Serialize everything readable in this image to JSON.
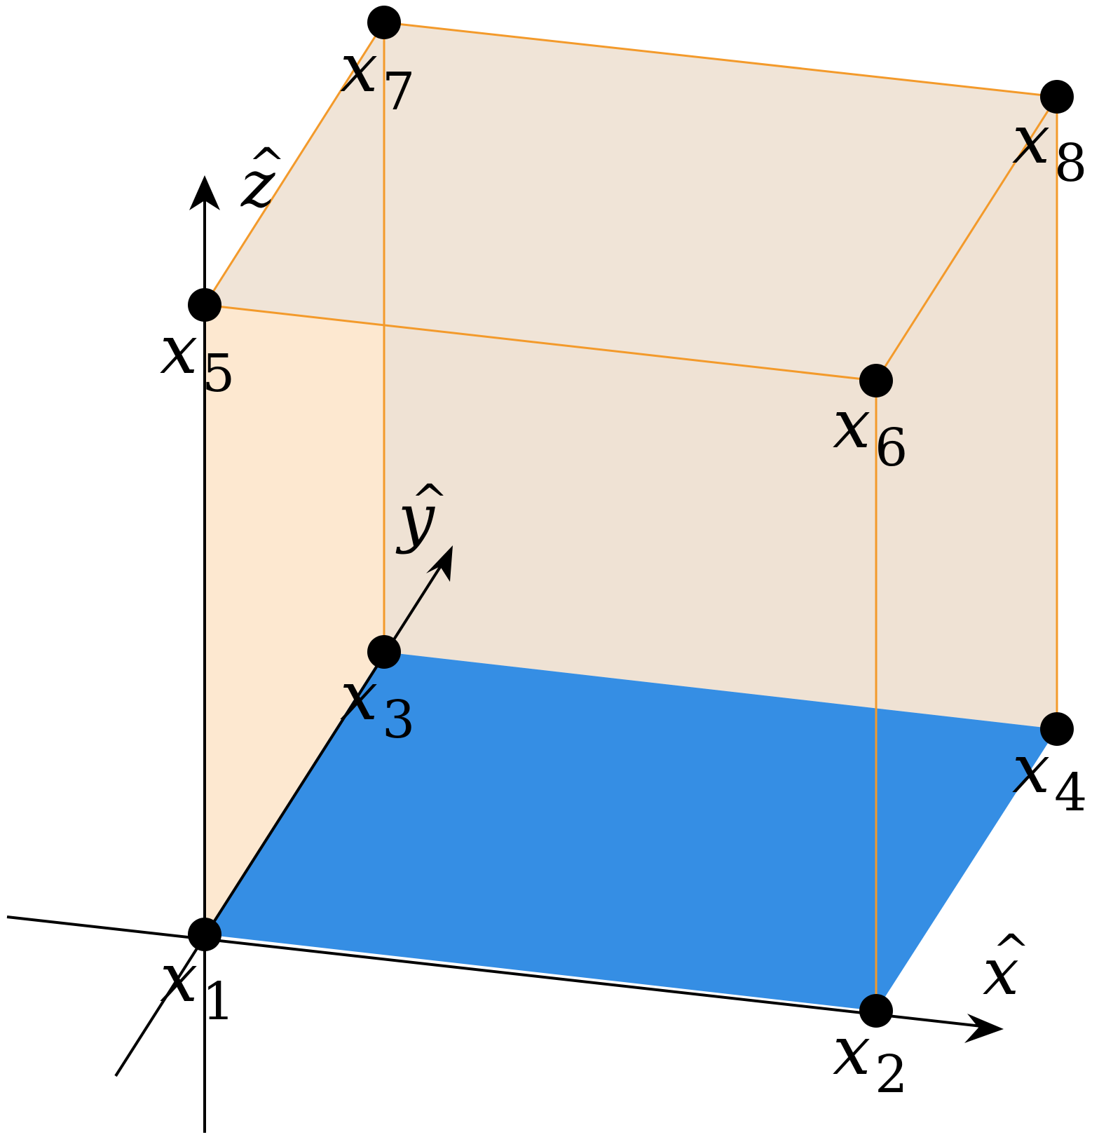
{
  "colors": {
    "top_face_fill": "#f0e4d7",
    "back_face_fill": "#efe2d4",
    "side_face_fill": "#fde8d0",
    "bottom_face_fill": "#358ee4",
    "edge_stroke": "#f39a2b",
    "axis_stroke": "#000000",
    "vertex_fill": "#000000"
  },
  "axes": {
    "x": {
      "name": "x",
      "hat": "^"
    },
    "y": {
      "name": "y",
      "hat": "^"
    },
    "z": {
      "name": "z",
      "hat": "^"
    }
  },
  "vertices": [
    {
      "name": "x",
      "index": "1"
    },
    {
      "name": "x",
      "index": "2"
    },
    {
      "name": "x",
      "index": "3"
    },
    {
      "name": "x",
      "index": "4"
    },
    {
      "name": "x",
      "index": "5"
    },
    {
      "name": "x",
      "index": "6"
    },
    {
      "name": "x",
      "index": "7"
    },
    {
      "name": "x",
      "index": "8"
    }
  ]
}
